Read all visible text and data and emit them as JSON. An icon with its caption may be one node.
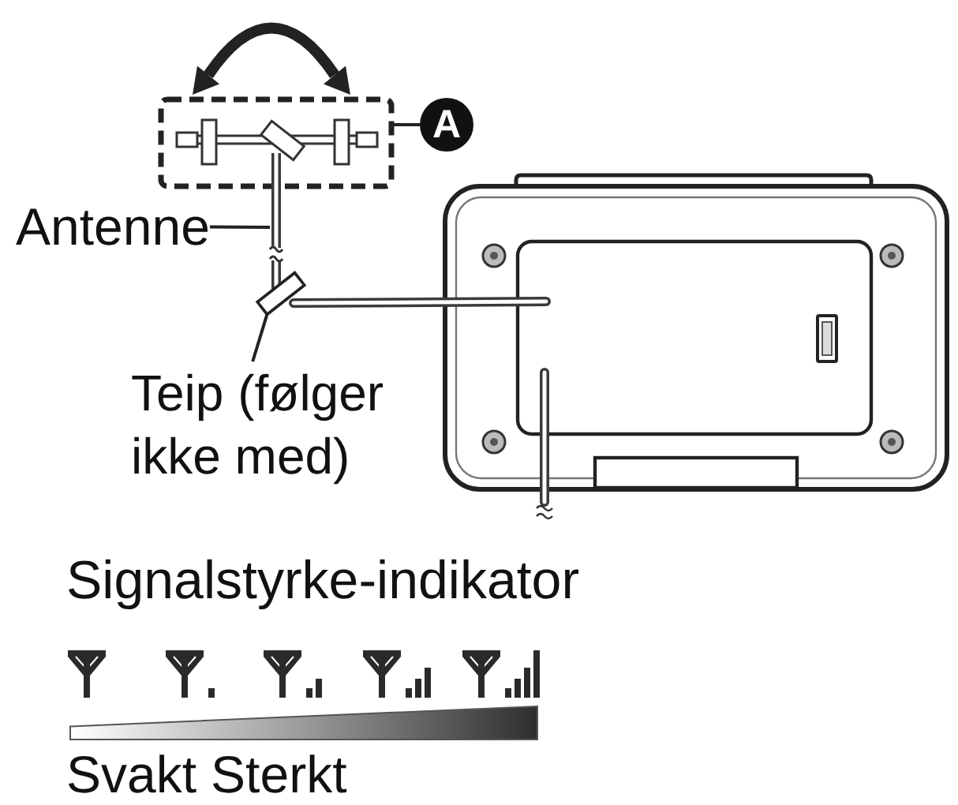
{
  "diagram": {
    "nodes": [
      {
        "text": [],
        "shape": "box"
      },
      {
        "text": [
          "A"
        ]
      },
      {
        "text": [
          "Antenne"
        ]
      },
      {
        "text": [],
        "shape": "picture"
      },
      {
        "text": [],
        "shape": "box"
      },
      {
        "text": [
          "Teip (følger ikke med)"
        ]
      },
      {
        "text": [],
        "shape": "bar",
        "beside": [
          "Svakt",
          "Sterkt"
        ]
      }
    ],
    "edges": [
      {
        "from": 1,
        "to": 0,
        "arrow": "none"
      },
      {
        "from": 2,
        "to": 3,
        "arrow": "none"
      },
      {
        "from": 5,
        "to": 4,
        "arrow": "none"
      }
    ],
    "labels": [
      "Signalstyrke-indikator"
    ]
  }
}
